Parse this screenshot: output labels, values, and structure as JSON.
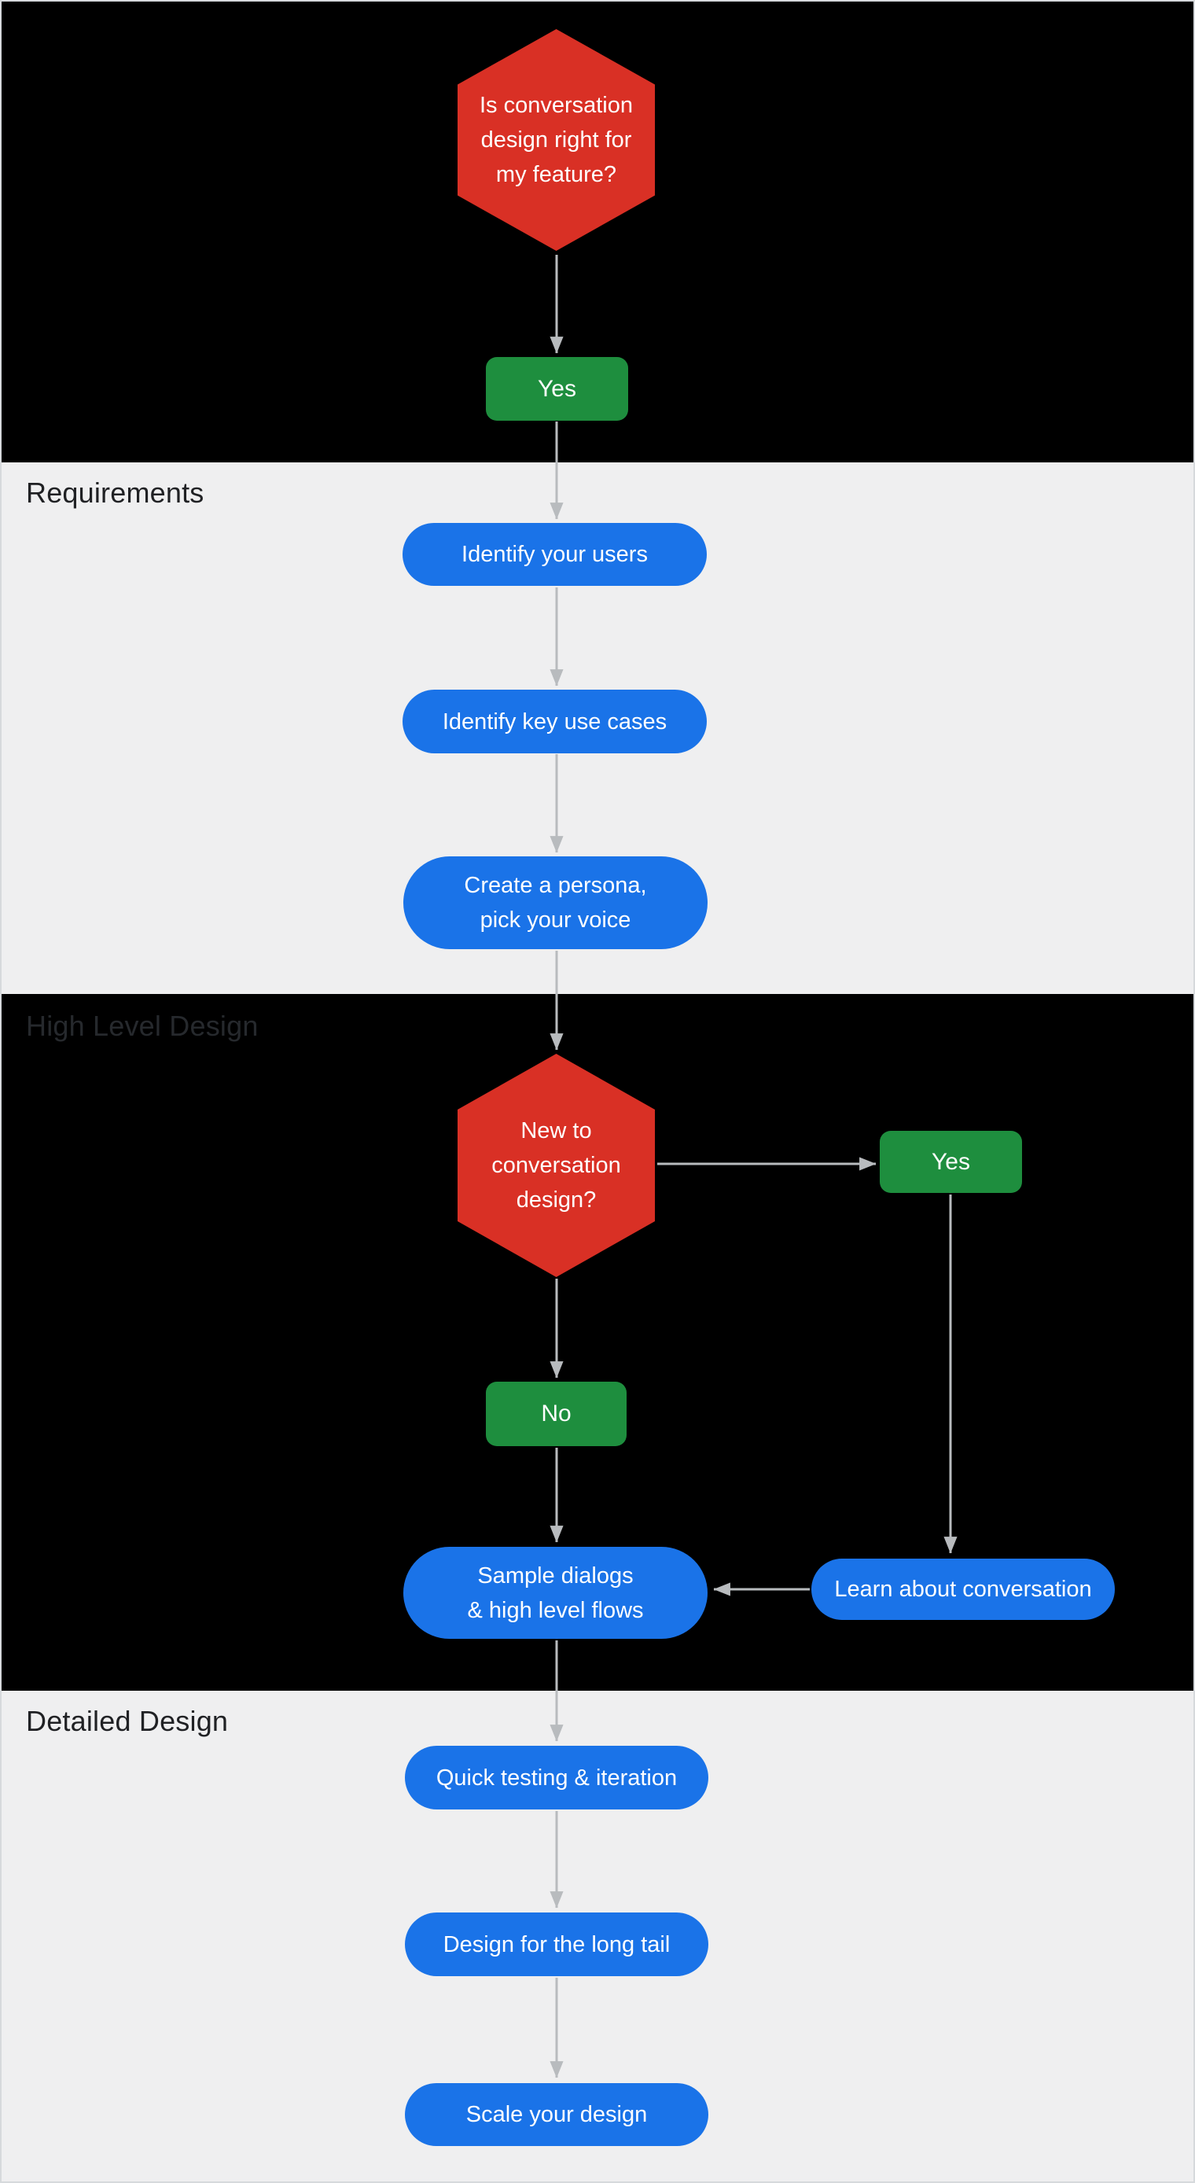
{
  "diagram": {
    "title_hidden": "",
    "sections": {
      "requirements": "Requirements",
      "high_level_design": "High Level Design",
      "detailed_design": "Detailed Design"
    },
    "nodes": {
      "decision1": {
        "lines": [
          "Is conversation",
          "design right for",
          "my feature?"
        ]
      },
      "yes1": {
        "label": "Yes"
      },
      "identify_users": {
        "label": "Identify your users"
      },
      "identify_use_cases": {
        "label": "Identify key use cases"
      },
      "create_persona": {
        "lines": [
          "Create a persona,",
          "pick your voice"
        ]
      },
      "decision2": {
        "lines": [
          "New to",
          "conversation",
          "design?"
        ]
      },
      "yes2": {
        "label": "Yes"
      },
      "no": {
        "label": "No"
      },
      "sample_dialogs": {
        "lines": [
          "Sample dialogs",
          "& high level flows"
        ]
      },
      "learn_conversation": {
        "label": "Learn about conversation"
      },
      "quick_testing": {
        "label": "Quick testing & iteration"
      },
      "long_tail": {
        "label": "Design for the long tail"
      },
      "scale_design": {
        "label": "Scale your design"
      }
    },
    "colors": {
      "decision_red": "#d93025",
      "action_blue": "#1a73e8",
      "answer_green": "#1e8e3e",
      "section_dark": "#000000",
      "section_light": "#efeff0",
      "connector_gray": "#b8bbbe"
    }
  }
}
